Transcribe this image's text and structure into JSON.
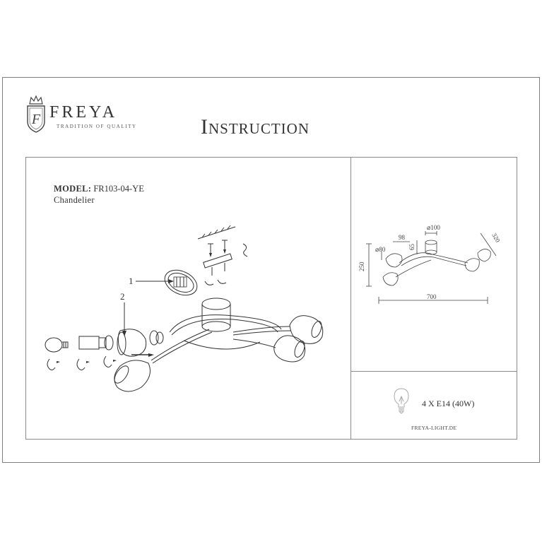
{
  "brand": {
    "name": "FREYA",
    "tagline": "TRADITION OF QUALITY"
  },
  "document": {
    "title": "Instruction"
  },
  "product": {
    "model_label": "MODEL:",
    "model_code": "FR103-04-YE",
    "type": "Chandelier"
  },
  "callouts": {
    "one": "1",
    "two": "2"
  },
  "dimensions": {
    "width": "700",
    "height": "250",
    "canopy_diameter": "⌀100",
    "shade_diameter": "⌀80",
    "shade_length": "98",
    "canopy_height": "65",
    "arm_span": "320"
  },
  "lamp": {
    "spec": "4 X E14 (40W)"
  },
  "footer": {
    "website": "FREYA-LIGHT.DE"
  }
}
